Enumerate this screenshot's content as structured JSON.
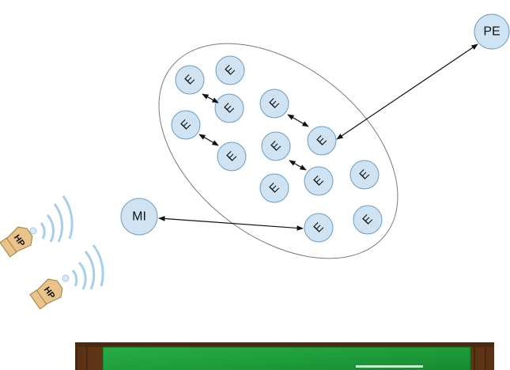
{
  "colors": {
    "node_fill": "#cfe3f3",
    "node_stroke": "#6a9cc4",
    "ellipse_stroke": "#7a7a7a",
    "arrow": "#111111",
    "board_green": "#1d9a3a",
    "board_frame": "#6b3e1b"
  },
  "nodes": {
    "pe": "PE",
    "mi": "MI",
    "e": "E"
  },
  "hp_label": "HP",
  "icons": {
    "hp_device": "hp-speaker-icon",
    "wireless": "wireless-signal-icon",
    "board": "chalkboard-icon"
  }
}
